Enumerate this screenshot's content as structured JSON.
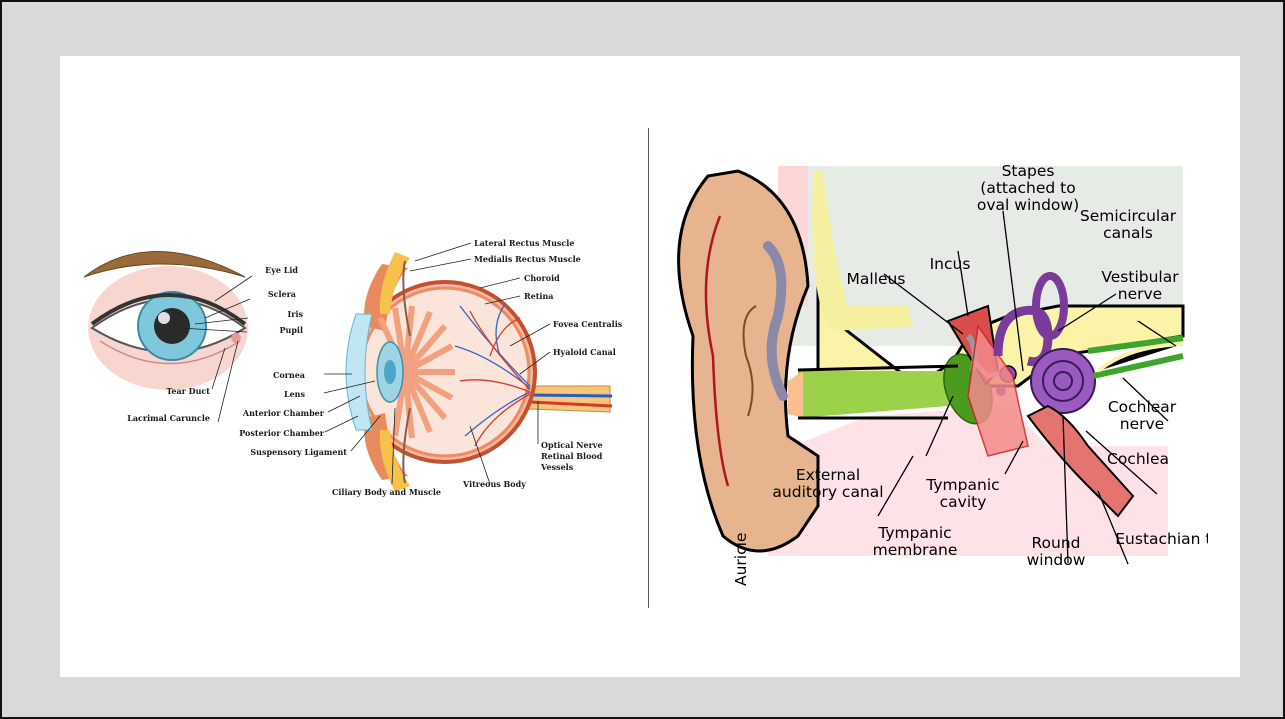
{
  "eye_diagram": {
    "labels": {
      "eye_lid": "Eye Lid",
      "sclera": "Sclera",
      "iris": "Iris",
      "pupil": "Pupil",
      "tear_duct": "Tear Duct",
      "lacrimal_caruncle": "Lacrimal Caruncle",
      "cornea": "Cornea",
      "lens": "Lens",
      "anterior_chamber": "Anterior Chamber",
      "posterior_chamber": "Posterior Chamber",
      "suspensory_ligament": "Suspensory Ligament",
      "ciliary_body": "Ciliary Body and Muscle",
      "lateral_rectus": "Lateral Rectus Muscle",
      "medialis_rectus": "Medialis Rectus Muscle",
      "choroid": "Choroid",
      "retina": "Retina",
      "fovea_centralis": "Fovea Centralis",
      "hyaloid_canal": "Hyaloid Canal",
      "optical_nerve": "Optical Nerve",
      "retinal_blood": "Retinal Blood",
      "vessels": "Vessels",
      "vitreous_body": "Vitreous Body"
    }
  },
  "ear_diagram": {
    "labels": {
      "stapes_1": "Stapes",
      "stapes_2": "(attached to",
      "stapes_3": "oval window)",
      "semicircular_1": "Semicircular",
      "semicircular_2": "canals",
      "incus": "Incus",
      "malleus": "Malleus",
      "vestibular_1": "Vestibular",
      "vestibular_2": "nerve",
      "cochlear_nerve_1": "Cochlear",
      "cochlear_nerve_2": "nerve",
      "cochlea": "Cochlea",
      "external_1": "External",
      "external_2": "auditory canal",
      "tympanic_cavity_1": "Tympanic",
      "tympanic_cavity_2": "cavity",
      "tympanic_membrane_1": "Tympanic",
      "tympanic_membrane_2": "membrane",
      "round_window_1": "Round",
      "round_window_2": "window",
      "eustachian": "Eustachian tube",
      "auricle": "Auricle"
    }
  }
}
